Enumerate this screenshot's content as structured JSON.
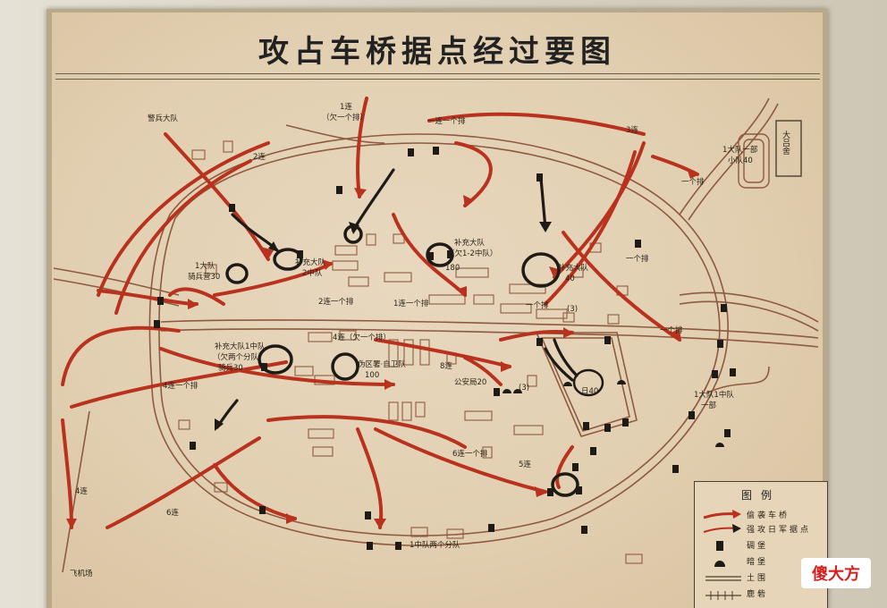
{
  "title": "攻占车桥据点经过要图",
  "labels": [
    {
      "id": "lbl-yidui-1",
      "text": "1大队"
    },
    {
      "id": "lbl-yidui-1b",
      "text": "骑兵营30"
    },
    {
      "id": "lbl-sbdd",
      "text": "警兵大队"
    },
    {
      "id": "lbl-lian1",
      "text": "1连"
    },
    {
      "id": "lbl-lian1b",
      "text": "（欠一个排）"
    },
    {
      "id": "lbl-yipai-top",
      "text": "一连一个排"
    },
    {
      "id": "lbl-lian2",
      "text": "2连"
    },
    {
      "id": "lbl-lian3",
      "text": "3连"
    },
    {
      "id": "lbl-yigepai-r",
      "text": "一个排"
    },
    {
      "id": "lbl-yigepai-r2",
      "text": "一个排"
    },
    {
      "id": "lbl-yigepai-r3",
      "text": "一个排"
    },
    {
      "id": "lbl-bujing-1",
      "text": "补充大队"
    },
    {
      "id": "lbl-bujing-1b",
      "text": "2中队"
    },
    {
      "id": "lbl-bujing-2",
      "text": "补充大队"
    },
    {
      "id": "lbl-bujing-2b",
      "text": "（欠1-2中队）"
    },
    {
      "id": "lbl-n180",
      "text": "180"
    },
    {
      "id": "lbl-bujing-3",
      "text": "补充大队"
    },
    {
      "id": "lbl-n40a",
      "text": "40"
    },
    {
      "id": "lbl-lian2-pai",
      "text": "2连一个排"
    },
    {
      "id": "lbl-lian1-pai",
      "text": "1连一个排"
    },
    {
      "id": "lbl-yigepai-m",
      "text": "一个排"
    },
    {
      "id": "lbl-n3a",
      "text": "(3)"
    },
    {
      "id": "lbl-lian4-q",
      "text": "4连（欠一个排）"
    },
    {
      "id": "lbl-bujing-4",
      "text": "补充大队1中队"
    },
    {
      "id": "lbl-bujing-4b",
      "text": "（欠两个分队）"
    },
    {
      "id": "lbl-bujing-4c",
      "text": "骑兵30"
    },
    {
      "id": "lbl-weiqu",
      "text": "伪区署·自卫队"
    },
    {
      "id": "lbl-n100",
      "text": "100"
    },
    {
      "id": "lbl-lian8",
      "text": "8连"
    },
    {
      "id": "lbl-gaj",
      "text": "公安局20"
    },
    {
      "id": "lbl-n3b",
      "text": "(3)"
    },
    {
      "id": "lbl-ri40",
      "text": "日40"
    },
    {
      "id": "lbl-lian4-pai",
      "text": "4连一个排"
    },
    {
      "id": "lbl-lian6-pai",
      "text": "6连一个排"
    },
    {
      "id": "lbl-lian5",
      "text": "5连"
    },
    {
      "id": "lbl-lian4",
      "text": "4连"
    },
    {
      "id": "lbl-lian6",
      "text": "6连"
    },
    {
      "id": "lbl-zhd",
      "text": "1中队两个分队"
    },
    {
      "id": "lbl-fjc",
      "text": "飞机场"
    },
    {
      "id": "lbl-dlz",
      "text": "大吕舍"
    },
    {
      "id": "lbl-yidui-r",
      "text": "1大队1中队"
    },
    {
      "id": "lbl-yidui-r2",
      "text": "一部"
    },
    {
      "id": "lbl-yidui-rr",
      "text": "1大队一部"
    },
    {
      "id": "lbl-yidui-rr2",
      "text": "小队40"
    }
  ],
  "legend": {
    "title": "图例",
    "items": [
      {
        "label": "偷袭车桥"
      },
      {
        "label": "强攻日军据点"
      },
      {
        "label": "碉堡"
      },
      {
        "label": "暗堡"
      },
      {
        "label": "土围"
      },
      {
        "label": "鹿砦"
      }
    ]
  },
  "watermark": "傻大方",
  "colors": {
    "attack": "#b8321e",
    "assault": "#1e1a16",
    "wall": "#8e5a3f",
    "ink": "#2a2419"
  }
}
